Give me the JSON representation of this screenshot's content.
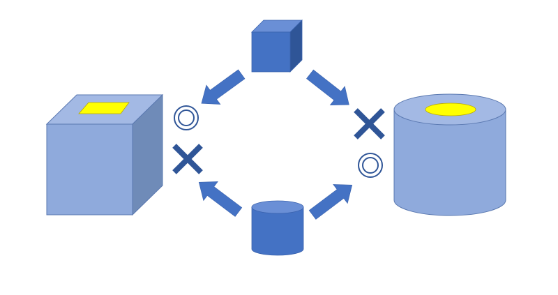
{
  "diagram": {
    "background": "#ffffff",
    "colors": {
      "solid_blue": "#4472c4",
      "solid_blue_dark": "#2f5597",
      "solid_blue_top": "#6a8fd6",
      "light_blue_front": "#8faadc",
      "light_blue_top": "#a3b9e4",
      "light_blue_side": "#6f8bb8",
      "outline": "#5a78b0",
      "yellow": "#ffff00",
      "mark_blue": "#2f5597"
    },
    "shapes": [
      {
        "name": "large-cube",
        "kind": "cube",
        "style": "light",
        "hole": "square"
      },
      {
        "name": "large-cylinder",
        "kind": "cylinder",
        "style": "light",
        "hole": "ellipse"
      },
      {
        "name": "small-cube",
        "kind": "cube",
        "style": "solid"
      },
      {
        "name": "small-cylinder",
        "kind": "cylinder",
        "style": "solid"
      }
    ],
    "relations": [
      {
        "from": "small-cube",
        "to": "large-cube",
        "result": "match",
        "symbol": "double-circle-icon"
      },
      {
        "from": "small-cube",
        "to": "large-cylinder",
        "result": "no-match",
        "symbol": "cross-icon"
      },
      {
        "from": "small-cylinder",
        "to": "large-cube",
        "result": "no-match",
        "symbol": "cross-icon"
      },
      {
        "from": "small-cylinder",
        "to": "large-cylinder",
        "result": "match",
        "symbol": "double-circle-icon"
      }
    ]
  }
}
